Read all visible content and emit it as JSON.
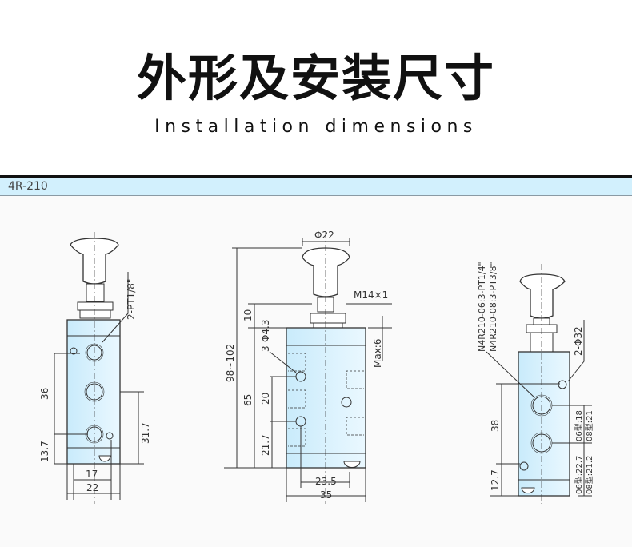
{
  "header": {
    "title": "外形及安装尺寸",
    "subtitle": "Installation dimensions"
  },
  "model_bar": {
    "label": "4R-210"
  },
  "colors": {
    "body": "#d2f0fd",
    "bar": "#d2f0fd",
    "line": "#333333"
  },
  "side_view": {
    "port_label": "2-PT1/8\"",
    "dims": {
      "a": "36",
      "b": "13.7",
      "c": "31.7",
      "d": "17",
      "e": "22"
    }
  },
  "front_view": {
    "knob_dia": "Φ22",
    "thread": "M14×1",
    "holes": "3-Φ4.3",
    "max": "Max:6",
    "dims": {
      "total": "98~102",
      "top": "10",
      "body": "65",
      "mid": "20",
      "low": "21.7",
      "hole_span": "23.5",
      "width": "35"
    }
  },
  "rear_view": {
    "port_06": "N4R210-06:3-PT1/4\"",
    "port_08": "N4R210-08:3-PT3/8\"",
    "mount_holes": "2-Φ32",
    "dims": {
      "a": "38",
      "b": "12.7",
      "c06": "06型:18",
      "c08": "08型:21",
      "d06": "06型:22.7",
      "d08": "08型:21.2"
    }
  }
}
